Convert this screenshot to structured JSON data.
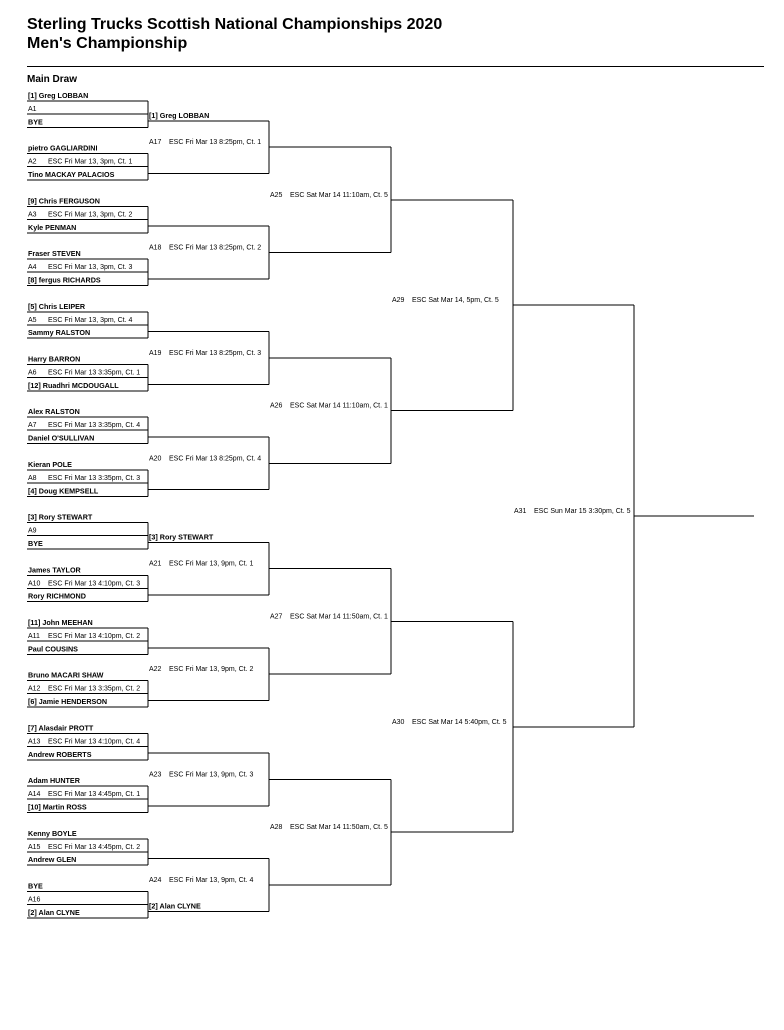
{
  "header": {
    "title": "Sterling Trucks Scottish National Championships 2020",
    "subtitle": "Men's Championship"
  },
  "section_label": "Main Draw",
  "bracket": {
    "round1": [
      {
        "top": "[1] Greg LOBBAN",
        "bottom": "BYE",
        "match": "A1",
        "info": ""
      },
      {
        "top": "pietro GAGLIARDINI",
        "bottom": "Tino MACKAY PALACIOS",
        "match": "A2",
        "info": "ESC Fri Mar 13, 3pm, Ct. 1"
      },
      {
        "top": "[9] Chris FERGUSON",
        "bottom": "Kyle PENMAN",
        "match": "A3",
        "info": "ESC Fri Mar 13, 3pm, Ct. 2"
      },
      {
        "top": "Fraser STEVEN",
        "bottom": "[8] fergus RICHARDS",
        "match": "A4",
        "info": "ESC Fri Mar 13, 3pm, Ct. 3"
      },
      {
        "top": "[5] Chris LEIPER",
        "bottom": "Sammy RALSTON",
        "match": "A5",
        "info": "ESC Fri Mar 13, 3pm, Ct. 4"
      },
      {
        "top": "Harry BARRON",
        "bottom": "[12] Ruadhri MCDOUGALL",
        "match": "A6",
        "info": "ESC Fri Mar 13 3:35pm, Ct. 1"
      },
      {
        "top": "Alex RALSTON",
        "bottom": "Daniel O'SULLIVAN",
        "match": "A7",
        "info": "ESC Fri Mar 13 3:35pm, Ct. 4"
      },
      {
        "top": "Kieran POLE",
        "bottom": "[4] Doug KEMPSELL",
        "match": "A8",
        "info": "ESC Fri Mar 13 3:35pm, Ct. 3"
      },
      {
        "top": "[3] Rory STEWART",
        "bottom": "BYE",
        "match": "A9",
        "info": ""
      },
      {
        "top": "James TAYLOR",
        "bottom": "Rory RICHMOND",
        "match": "A10",
        "info": "ESC Fri Mar 13 4:10pm, Ct. 3"
      },
      {
        "top": "[11] John MEEHAN",
        "bottom": "Paul COUSINS",
        "match": "A11",
        "info": "ESC Fri Mar 13 4:10pm, Ct. 2"
      },
      {
        "top": "Bruno MACARI SHAW",
        "bottom": "[6] Jamie HENDERSON",
        "match": "A12",
        "info": "ESC Fri Mar 13 3:35pm, Ct. 2"
      },
      {
        "top": "[7] Alasdair PROTT",
        "bottom": "Andrew ROBERTS",
        "match": "A13",
        "info": "ESC Fri Mar 13 4:10pm, Ct. 4"
      },
      {
        "top": "Adam HUNTER",
        "bottom": "[10] Martin ROSS",
        "match": "A14",
        "info": "ESC Fri Mar 13 4:45pm, Ct. 1"
      },
      {
        "top": "Kenny  BOYLE",
        "bottom": "Andrew  GLEN",
        "match": "A15",
        "info": "ESC Fri Mar 13 4:45pm, Ct. 2"
      },
      {
        "top": "BYE",
        "bottom": "[2] Alan CLYNE",
        "match": "A16",
        "info": ""
      }
    ],
    "round2": [
      {
        "top": "[1] Greg LOBBAN",
        "bottom": "",
        "match": "A17",
        "info": "ESC Fri Mar 13 8:25pm, Ct. 1"
      },
      {
        "top": "",
        "bottom": "",
        "match": "A18",
        "info": "ESC Fri Mar 13 8:25pm, Ct. 2"
      },
      {
        "top": "",
        "bottom": "",
        "match": "A19",
        "info": "ESC Fri Mar 13 8:25pm, Ct. 3"
      },
      {
        "top": "",
        "bottom": "",
        "match": "A20",
        "info": "ESC Fri Mar 13 8:25pm, Ct. 4"
      },
      {
        "top": "[3] Rory STEWART",
        "bottom": "",
        "match": "A21",
        "info": "ESC Fri Mar 13, 9pm, Ct. 1"
      },
      {
        "top": "",
        "bottom": "",
        "match": "A22",
        "info": "ESC Fri Mar 13, 9pm, Ct. 2"
      },
      {
        "top": "",
        "bottom": "",
        "match": "A23",
        "info": "ESC Fri Mar 13, 9pm, Ct. 3"
      },
      {
        "top": "",
        "bottom": "[2] Alan CLYNE",
        "match": "A24",
        "info": "ESC Fri Mar 13, 9pm, Ct. 4"
      }
    ],
    "round3": [
      {
        "match": "A25",
        "info": "ESC Sat Mar 14 11:10am, Ct. 5"
      },
      {
        "match": "A26",
        "info": "ESC Sat Mar 14 11:10am, Ct. 1"
      },
      {
        "match": "A27",
        "info": "ESC Sat Mar 14 11:50am, Ct. 1"
      },
      {
        "match": "A28",
        "info": "ESC Sat Mar 14 11:50am, Ct. 5"
      }
    ],
    "round4": [
      {
        "match": "A29",
        "info": "ESC Sat Mar 14, 5pm, Ct. 5"
      },
      {
        "match": "A30",
        "info": "ESC Sat Mar 14 5:40pm, Ct. 5"
      }
    ],
    "final": {
      "match": "A31",
      "info": "ESC Sun Mar 15 3:30pm, Ct. 5"
    }
  }
}
